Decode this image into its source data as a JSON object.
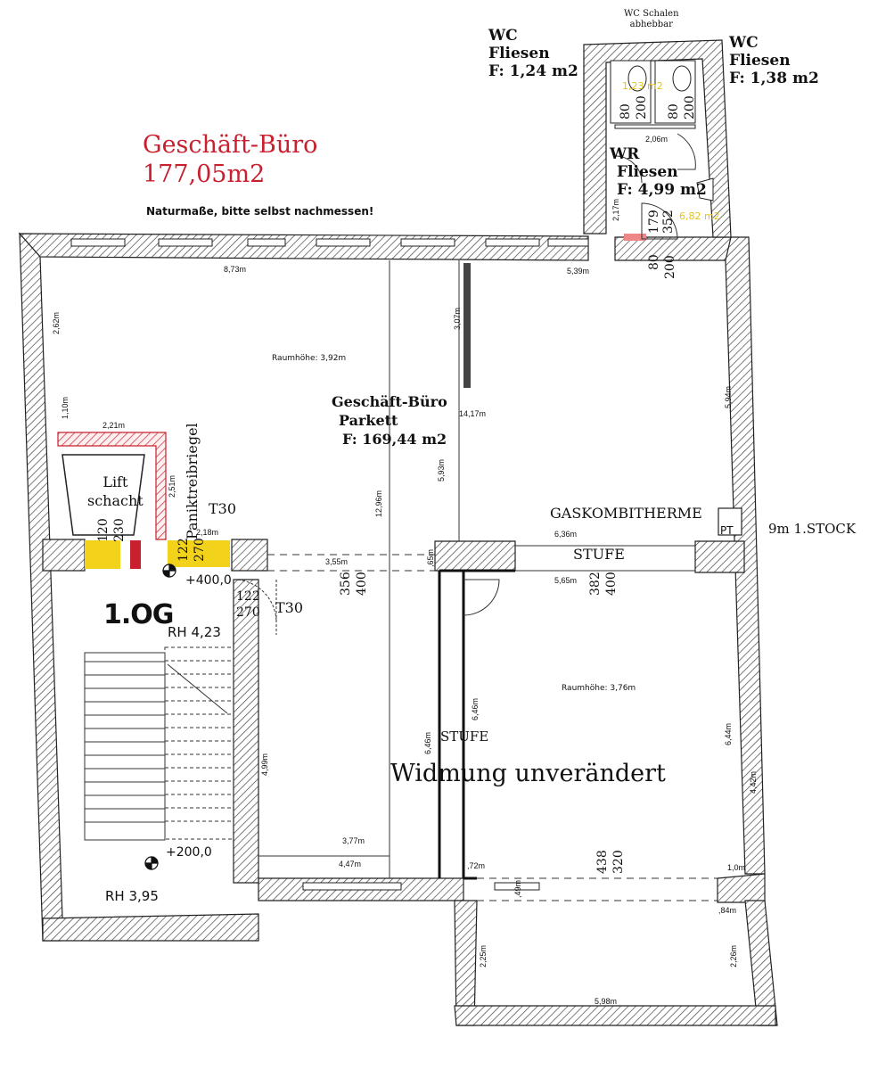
{
  "header": {
    "title_line1": "Geschäft-Büro",
    "title_line2": "177,05m2",
    "note": "Naturmaße, bitte selbst nachmessen!",
    "accent_color": "#c8202e"
  },
  "rooms": {
    "wc_left": {
      "name": "WC",
      "material": "Fliesen",
      "area": "F: 1,24 m2"
    },
    "wc_right": {
      "name": "WC",
      "material": "Fliesen",
      "area": "F: 1,38 m2"
    },
    "wc_note": {
      "line1": "WC Schalen",
      "line2": "abhebbar"
    },
    "wr": {
      "name": "WR",
      "material": "Fliesen",
      "area": "F: 4,99 m2"
    },
    "main": {
      "name_line1": "Geschäft-Büro",
      "name_line2": "Parkett",
      "area": "F: 169,44 m2",
      "height": "Raumhöhe: 3,92m"
    },
    "back": {
      "height": "Raumhöhe: 3,76m",
      "dedication": "Widmung unverändert"
    },
    "lift": {
      "line1": "Lift",
      "line2": "schacht"
    },
    "floor_label": "1.OG",
    "rh_upper": "RH 4,23",
    "rh_lower": "RH 3,95",
    "level_upper": "+400,0",
    "level_lower": "+200,0",
    "gaskombitherme": "GASKOMBITHERME",
    "stufe_1": "STUFE",
    "stufe_2": "STUFE",
    "floor_note": "9m 1.STOCK",
    "panik": "Paniktreibriegel",
    "t30_a": "T30",
    "t30_b": "T30"
  },
  "dimensions": {
    "d_873": "8,73m",
    "d_539": "5,39m",
    "d_262": "2,62m",
    "d_110": "1,10m",
    "d_221": "2,21m",
    "d_251": "2,51m",
    "d_218": "2,18m",
    "d_307": "3,07m",
    "d_1417": "14,17m",
    "d_594": "5,94m",
    "d_593": "5,93m",
    "d_1296": "12,96m",
    "d_355": "3,55m",
    "d_065": ",65m",
    "d_636": "6,36m",
    "d_565": "5,65m",
    "d_646a": "6,46m",
    "d_646b": "6,46m",
    "d_644": "6,44m",
    "d_442": "4,42m",
    "d_499": "4,99m",
    "d_377": "3,77m",
    "d_447": "4,47m",
    "d_072": ",72m",
    "d_100": "1,0m",
    "d_049": ",49m",
    "d_084": ",84m",
    "d_225": "2,25m",
    "d_226": "2,26m",
    "d_598": "5,98m",
    "d_206": "2,06m",
    "d_217": "2,17m",
    "yellow_a": "1,23 m2",
    "yellow_b": "6,82 m2"
  },
  "door_marks": {
    "wc_a_1": "80",
    "wc_a_2": "200",
    "wc_b_1": "80",
    "wc_b_2": "200",
    "wr_1": "179",
    "wr_2": "352",
    "main_1": "80",
    "main_2": "200",
    "lift_1": "120",
    "lift_2": "230",
    "panik_1": "122",
    "panik_2": "270",
    "stair_1": "122",
    "stair_2": "270",
    "open_1": "356",
    "open_2": "400",
    "stufe_1": "382",
    "stufe_2": "400",
    "back_1": "438",
    "back_2": "320"
  }
}
